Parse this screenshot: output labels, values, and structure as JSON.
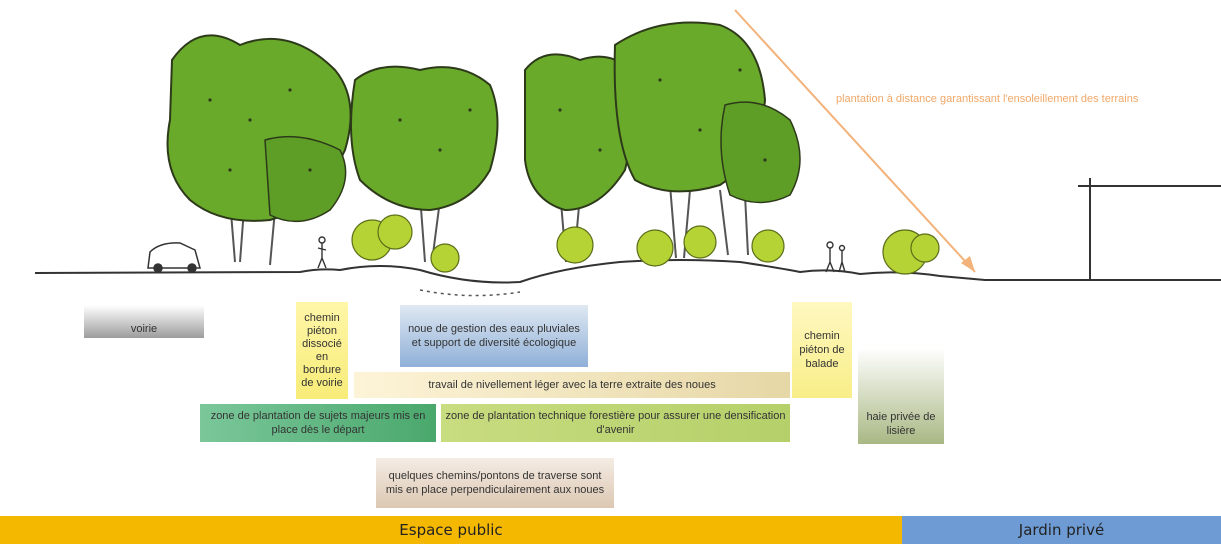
{
  "labels": {
    "voirie": "voirie",
    "chemin_pieton_dissocie": "chemin piéton dissocié en bordure de voirie",
    "noue": "noue de gestion des eaux pluviales et support de diversité écologique",
    "nivellement": "travail de nivellement léger avec la terre extraite des noues",
    "zone_sujets_majeurs": "zone de plantation de sujets majeurs mis en place dès le départ",
    "zone_technique": "zone de plantation technique forestière pour assurer une densification d'avenir",
    "chemins_pontons": "quelques chemins/pontons de traverse sont mis en place perpendiculairement aux noues",
    "chemin_balade": "chemin piéton de balade",
    "haie_privee": "haie privée de lisière",
    "sun_note": "plantation à distance garantissant l'ensoleillement des terrains"
  },
  "bands": {
    "public": "Espace public",
    "private": "Jardin privé"
  },
  "colors": {
    "tree_green": "#6aaa2a",
    "shrub_green": "#b5d334",
    "band_public": "#f5b800",
    "band_private": "#6e9bd3",
    "sun_arrow": "#f2b27a"
  },
  "icons": [
    "car-icon",
    "pedestrian-icon",
    "tree-icon",
    "shrub-icon",
    "fence-post-icon",
    "sun-arrow-icon"
  ]
}
